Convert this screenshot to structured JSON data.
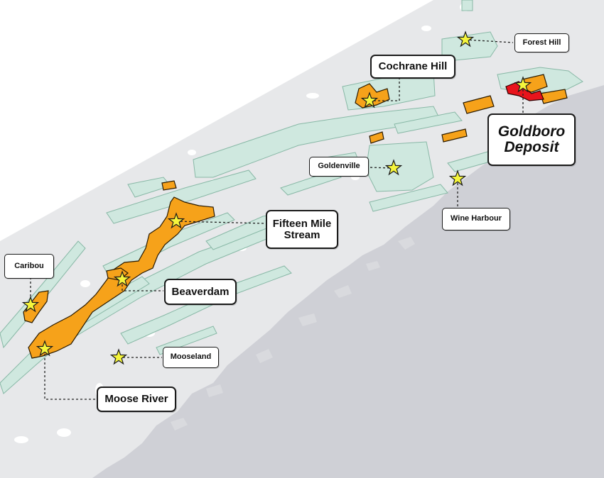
{
  "map": {
    "colors": {
      "land": "#e7e8ea",
      "water": "#ffffff",
      "ocean": "#cfd0d6",
      "belts": "#cfe8df",
      "belt_edge": "#88b8a6",
      "properties": "#f6a21a",
      "goldboro_property": "#e8141c",
      "deposit_star": "#f5f53c"
    },
    "labels": {
      "forest_hill": "Forest Hill",
      "cochrane_hill": "Cochrane Hill",
      "goldboro_line1": "Goldboro",
      "goldboro_line2": "Deposit",
      "goldenville": "Goldenville",
      "wine_harbour": "Wine Harbour",
      "fifteen_mile_line1": "Fifteen Mile",
      "fifteen_mile_line2": "Stream",
      "caribou": "Caribou",
      "beaverdam": "Beaverdam",
      "mooseland": "Mooseland",
      "moose_river": "Moose River"
    }
  }
}
